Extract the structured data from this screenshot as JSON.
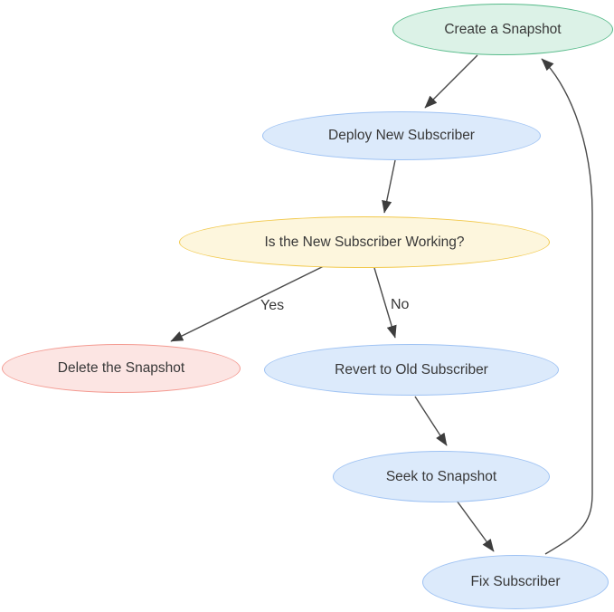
{
  "diagram": {
    "type": "flowchart",
    "background": "#ffffff",
    "edge_color": "#4a4a4a",
    "text_color": "#383838",
    "nodes": [
      {
        "id": "create_snapshot",
        "label": "Create a Snapshot",
        "shape": "ellipse",
        "fill": "#dcf2e7",
        "border": "#57bb8a"
      },
      {
        "id": "deploy_new_subscriber",
        "label": "Deploy New Subscriber",
        "shape": "ellipse",
        "fill": "#dceafb",
        "border": "#9ec2f3"
      },
      {
        "id": "is_subscriber_working",
        "label": "Is the New Subscriber Working?",
        "shape": "ellipse",
        "fill": "#fdf6dd",
        "border": "#f2c94c"
      },
      {
        "id": "delete_snapshot",
        "label": "Delete the Snapshot",
        "shape": "ellipse",
        "fill": "#fce5e3",
        "border": "#f49b92"
      },
      {
        "id": "revert_old_subscriber",
        "label": "Revert to Old Subscriber",
        "shape": "ellipse",
        "fill": "#dceafb",
        "border": "#9ec2f3"
      },
      {
        "id": "seek_to_snapshot",
        "label": "Seek to Snapshot",
        "shape": "ellipse",
        "fill": "#dceafb",
        "border": "#9ec2f3"
      },
      {
        "id": "fix_subscriber",
        "label": "Fix Subscriber",
        "shape": "ellipse",
        "fill": "#dceafb",
        "border": "#9ec2f3"
      }
    ],
    "edges": [
      {
        "from": "create_snapshot",
        "to": "deploy_new_subscriber",
        "label": ""
      },
      {
        "from": "deploy_new_subscriber",
        "to": "is_subscriber_working",
        "label": ""
      },
      {
        "from": "is_subscriber_working",
        "to": "delete_snapshot",
        "label": "Yes"
      },
      {
        "from": "is_subscriber_working",
        "to": "revert_old_subscriber",
        "label": "No"
      },
      {
        "from": "revert_old_subscriber",
        "to": "seek_to_snapshot",
        "label": ""
      },
      {
        "from": "seek_to_snapshot",
        "to": "fix_subscriber",
        "label": ""
      },
      {
        "from": "fix_subscriber",
        "to": "create_snapshot",
        "label": ""
      }
    ]
  }
}
